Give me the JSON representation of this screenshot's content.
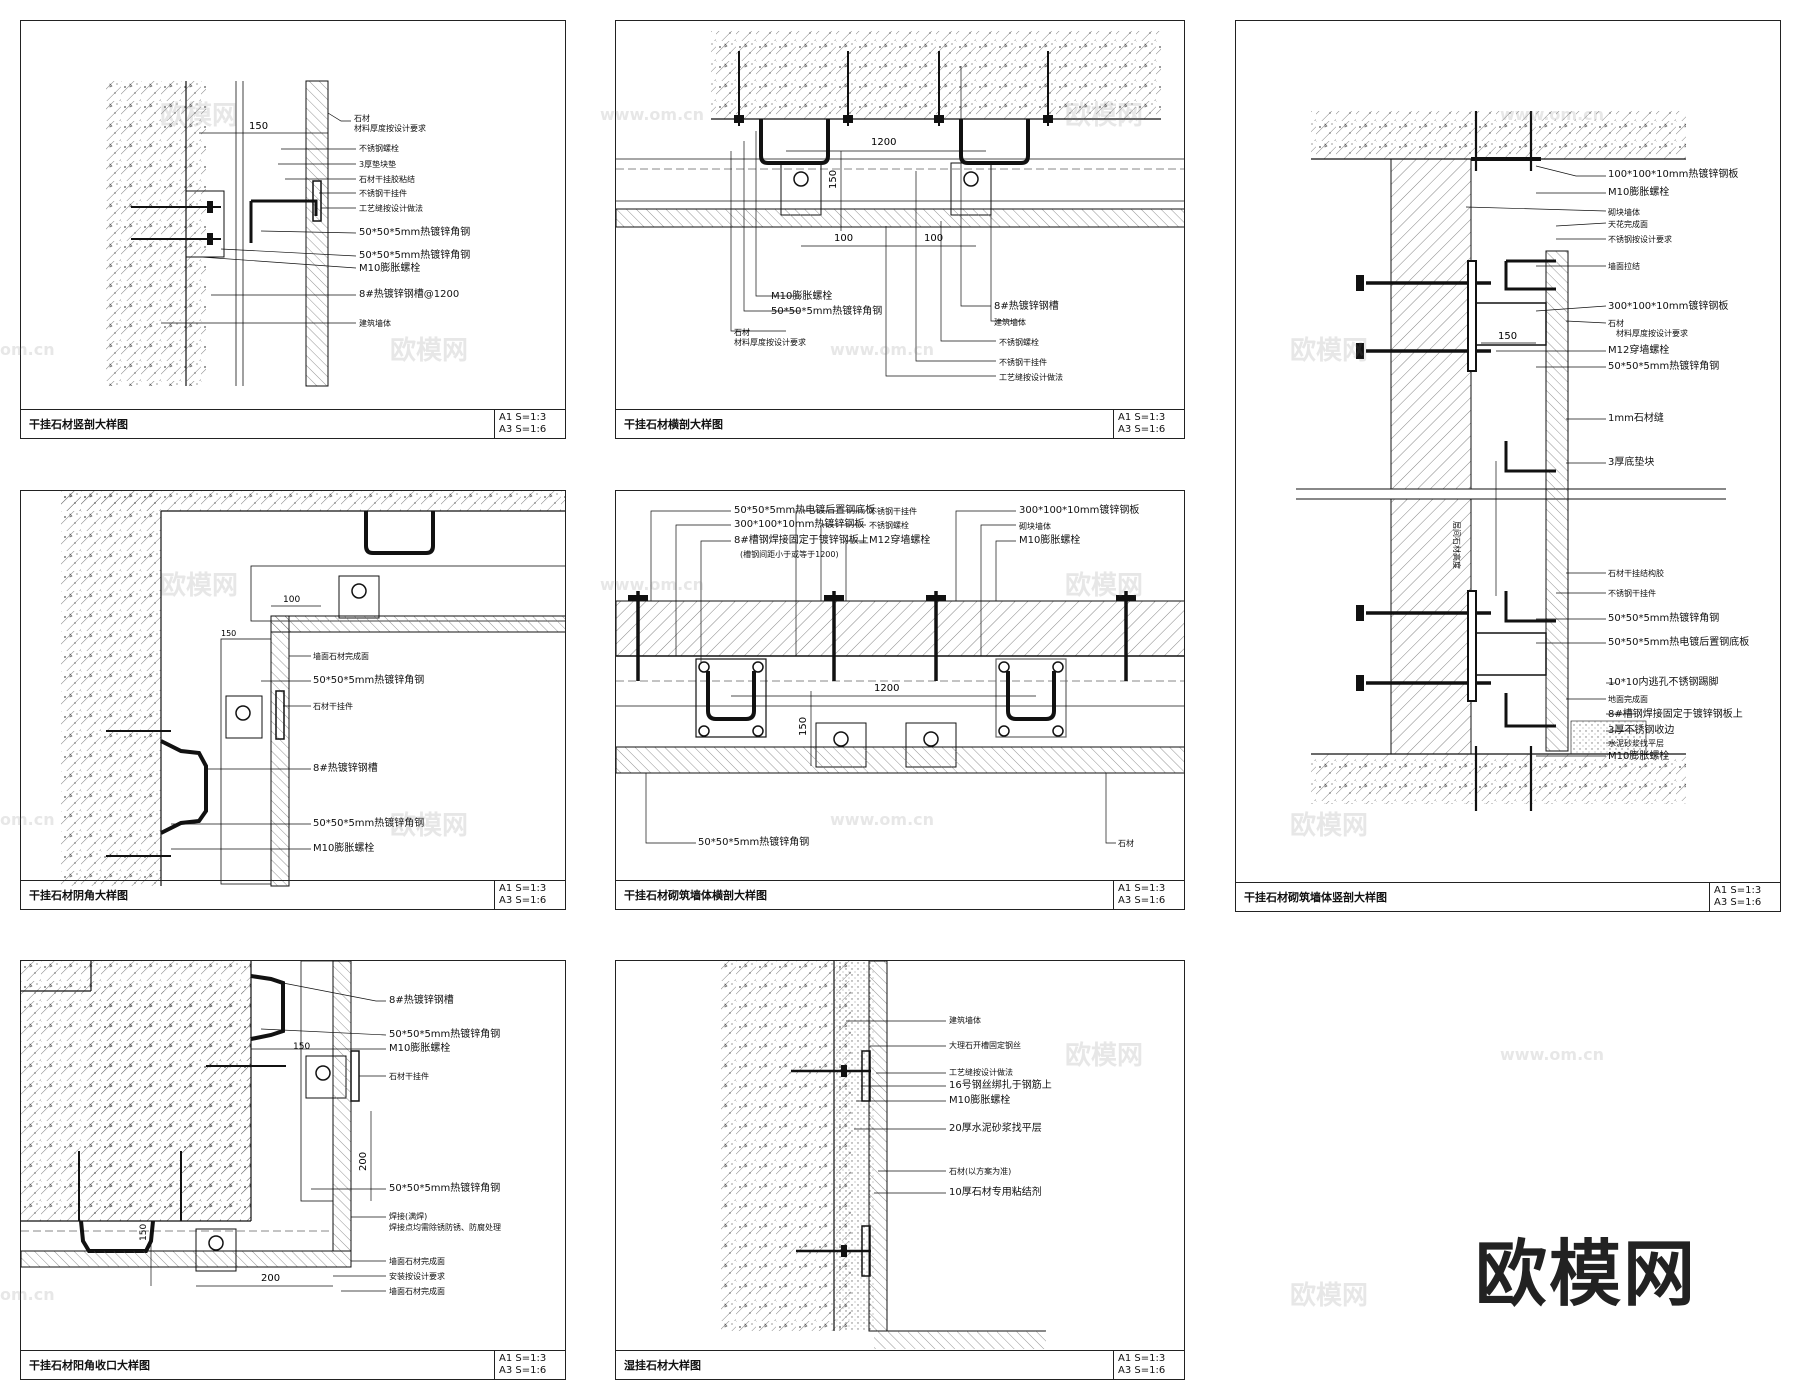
{
  "panels": [
    {
      "title": "干挂石材竖剖大样图",
      "scale": [
        "A1 S=1:3",
        "A3 S=1:6"
      ],
      "dims": [
        "150"
      ],
      "labels": [
        "石材",
        "材料厚度按设计要求",
        "不锈钢螺栓",
        "3厚垫块垫",
        "石材干挂胶粘结",
        "不锈钢干挂件",
        "工艺缝按设计做法",
        "50*50*5mm热镀锌角钢",
        "50*50*5mm热镀锌角钢",
        "M10膨胀螺栓",
        "8#热镀锌钢槽@1200",
        "建筑墙体"
      ]
    },
    {
      "title": "干挂石材横剖大样图",
      "scale": [
        "A1 S=1:3",
        "A3 S=1:6"
      ],
      "dims": [
        "1200",
        "150",
        "100",
        "100"
      ],
      "labels": [
        "M10膨胀螺栓",
        "50*50*5mm热镀锌角钢",
        "石材",
        "材料厚度按设计要求",
        "8#热镀锌钢槽",
        "建筑墙体",
        "不锈钢螺栓",
        "不锈钢干挂件",
        "工艺缝按设计做法"
      ]
    },
    {
      "title": "干挂石材砌筑墙体竖剖大样图",
      "scale": [
        "A1 S=1:3",
        "A3 S=1:6"
      ],
      "dims": [
        "150"
      ],
      "labels": [
        "100*100*10mm热镀锌钢板",
        "M10膨胀螺栓",
        "砌块墙体",
        "天花完成面",
        "不锈钢按设计要求",
        "墙面拉结",
        "300*100*10mm镀锌钢板",
        "石材",
        "材料厚度按设计要求",
        "M12穿墙螺栓",
        "50*50*5mm热镀锌角钢",
        "1mm石材缝",
        "3厚底垫块",
        "层间石材高度",
        "石材干挂结构胶",
        "不锈钢干挂件",
        "50*50*5mm热镀锌角钢",
        "50*50*5mm热电镀后置钢底板",
        "10*10内逃孔不锈钢踢脚",
        "地面完成面",
        "8#槽钢焊接固定于镀锌钢板上",
        "3厚不锈钢收边",
        "水泥砂浆找平层",
        "M10膨胀螺栓"
      ]
    },
    {
      "title": "干挂石材阴角大样图",
      "scale": [
        "A1 S=1:3",
        "A3 S=1:6"
      ],
      "dims": [
        "100",
        "150"
      ],
      "labels": [
        "墙面石材完成面",
        "50*50*5mm热镀锌角钢",
        "石材干挂件",
        "8#热镀锌钢槽",
        "50*50*5mm热镀锌角钢",
        "M10膨胀螺栓"
      ]
    },
    {
      "title": "干挂石材砌筑墙体横剖大样图",
      "scale": [
        "A1 S=1:3",
        "A3 S=1:6"
      ],
      "dims": [
        "1200",
        "150"
      ],
      "labels": [
        "50*50*5mm热电镀后置钢底板",
        "300*100*10mm热镀锌钢板",
        "8#槽钢焊接固定于镀锌钢板上",
        "(槽钢间距小于或等于1200)",
        "不锈钢干挂件",
        "不锈钢螺栓",
        "M12穿墙螺栓",
        "300*100*10mm镀锌钢板",
        "砌块墙体",
        "M10膨胀螺栓",
        "50*50*5mm热镀锌角钢",
        "石材"
      ]
    },
    {
      "title": "干挂石材阳角收口大样图",
      "scale": [
        "A1 S=1:3",
        "A3 S=1:6"
      ],
      "dims": [
        "150",
        "200",
        "150",
        "200"
      ],
      "labels": [
        "8#热镀锌钢槽",
        "50*50*5mm热镀锌角钢",
        "M10膨胀螺栓",
        "石材干挂件",
        "50*50*5mm热镀锌角钢",
        "焊接(满焊)",
        "焊接点均需除锈防锈、防腐处理",
        "墙面石材完成面",
        "安装按设计要求",
        "墙面石材完成面"
      ]
    },
    {
      "title": "湿挂石材大样图",
      "scale": [
        "A1 S=1:3",
        "A3 S=1:6"
      ],
      "dims": [],
      "labels": [
        "建筑墙体",
        "大理石开槽固定钢丝",
        "工艺缝按设计做法",
        "16号钢丝绑扎于钢筋上",
        "M10膨胀螺栓",
        "20厚水泥砂浆找平层",
        "石材(以方案为准)",
        "10厚石材专用粘结剂"
      ]
    }
  ],
  "watermark": {
    "brand": "欧模网",
    "url": "www.om.cn",
    "url_short": "om.cn"
  },
  "colors": {
    "line": "#111111",
    "hatch": "#555555",
    "watermark": "#bbbbbb"
  }
}
